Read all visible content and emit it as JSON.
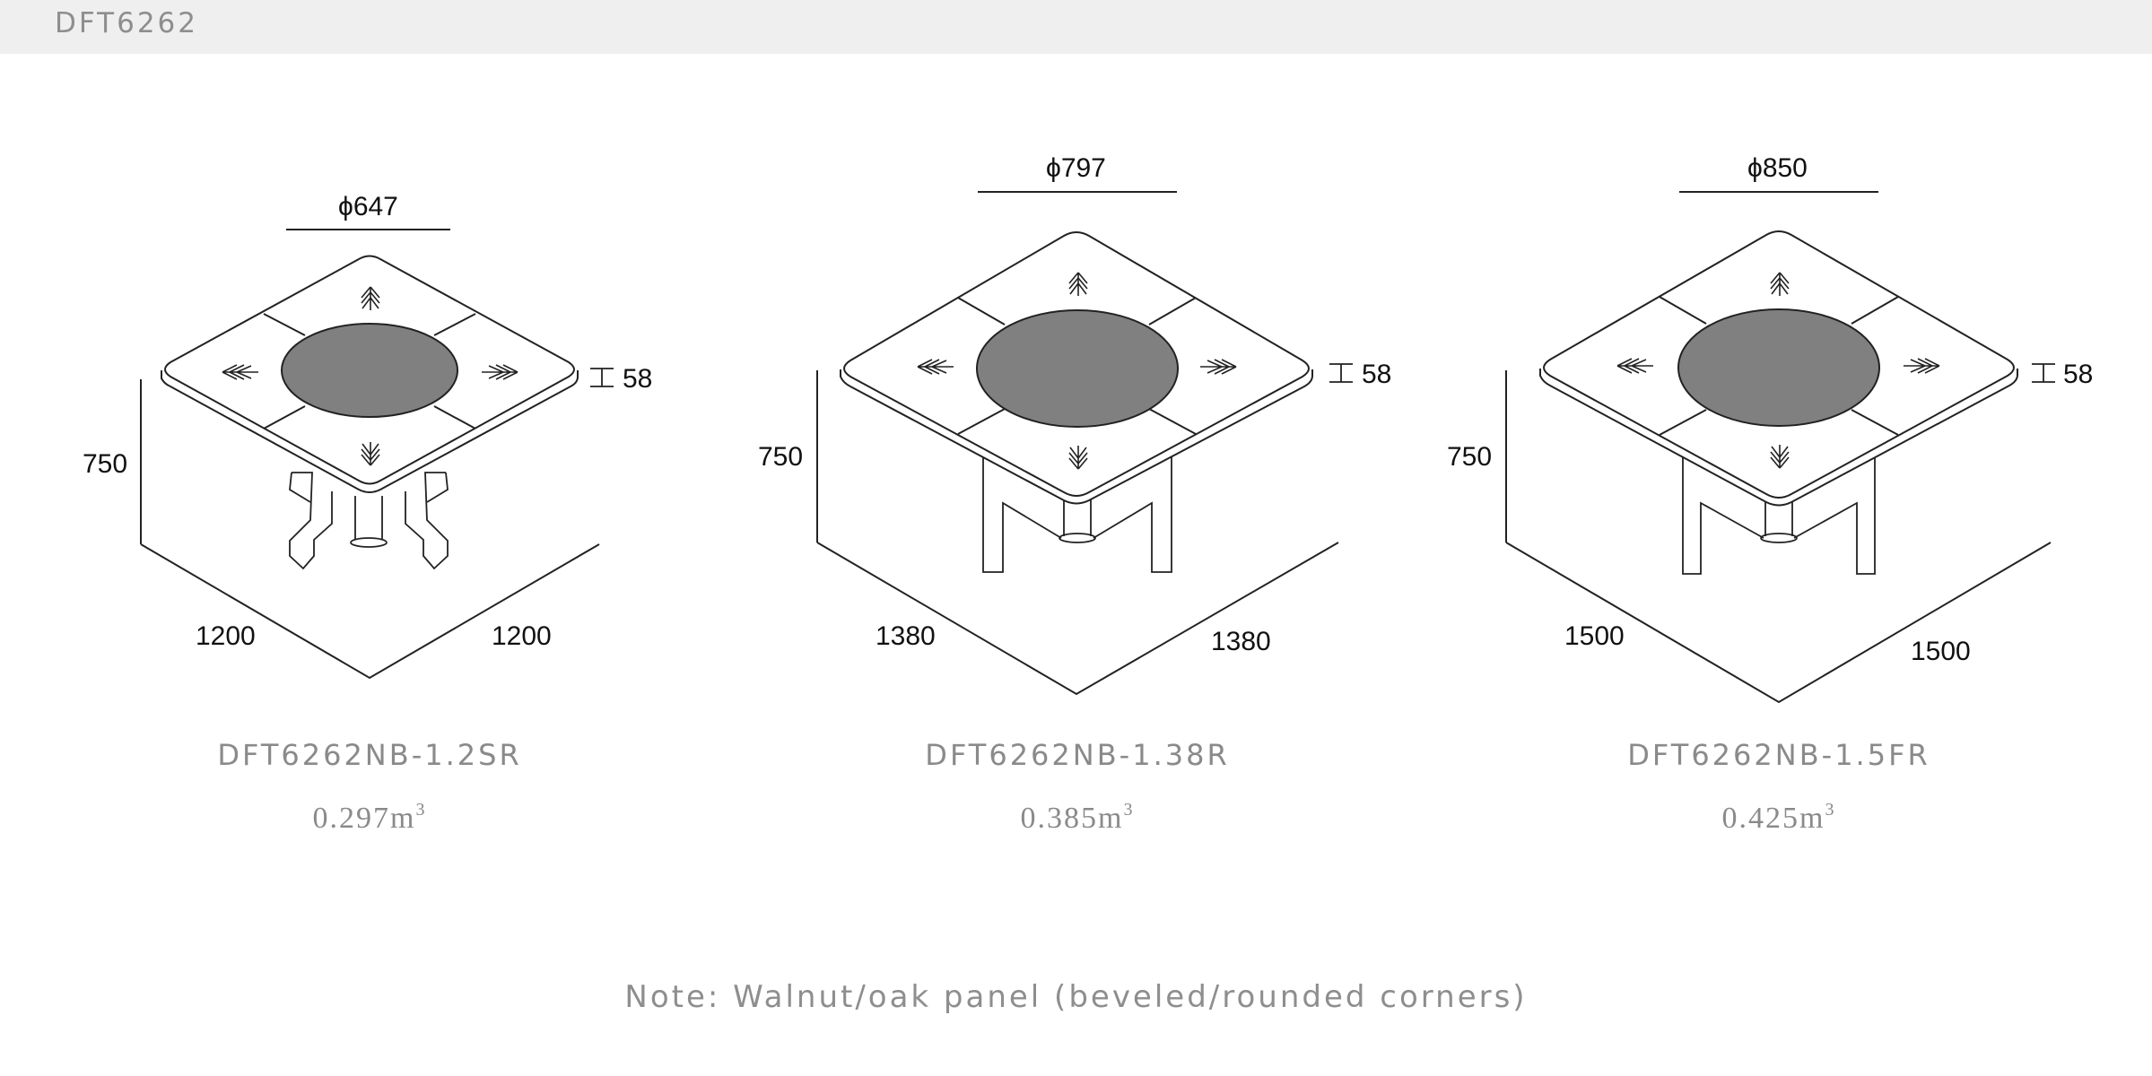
{
  "header": {
    "title": "DFT6262"
  },
  "tables": [
    {
      "model": "DFT6262NB-1.2SR",
      "volume": "0.297m",
      "volume_unit_sup": "3",
      "diameter": "647",
      "top_thickness": "58",
      "height": "750",
      "width": "1200",
      "depth": "1200"
    },
    {
      "model": "DFT6262NB-1.38R",
      "volume": "0.385m",
      "volume_unit_sup": "3",
      "diameter": "797",
      "top_thickness": "58",
      "height": "750",
      "width": "1380",
      "depth": "1380"
    },
    {
      "model": "DFT6262NB-1.5FR",
      "volume": "0.425m",
      "volume_unit_sup": "3",
      "diameter": "850",
      "top_thickness": "58",
      "height": "750",
      "width": "1500",
      "depth": "1500"
    }
  ],
  "symbols": {
    "diameter": "ϕ"
  },
  "colors": {
    "lazy_susan": "#808080",
    "line": "#222222",
    "caption": "#8a8a8a",
    "header_bg": "#efefef"
  },
  "note": "Note: Walnut/oak panel (beveled/rounded corners)"
}
